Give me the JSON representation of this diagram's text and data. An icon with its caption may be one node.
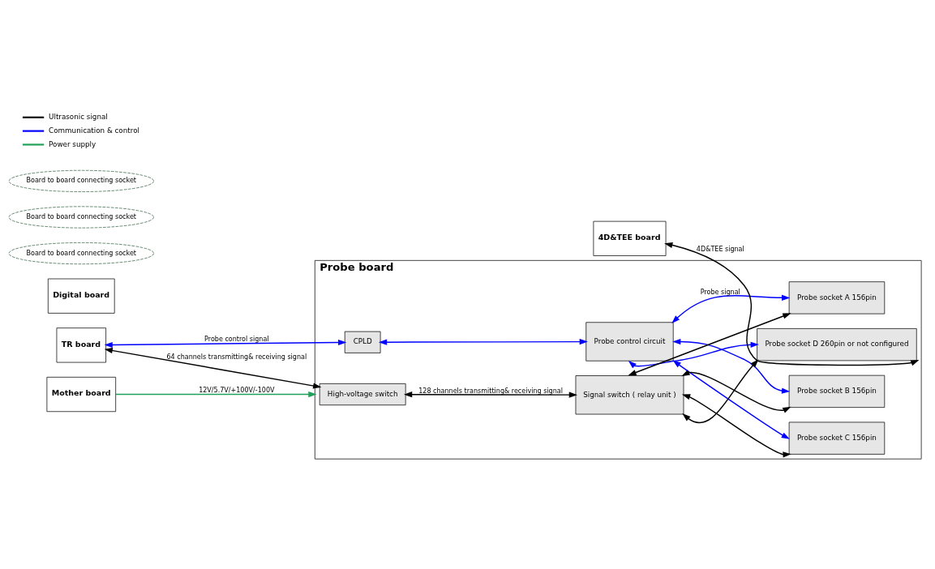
{
  "diagram": {
    "nodes": [
      {
        "text": [
          "Probe board"
        ]
      },
      {
        "text": [
          "TR board"
        ]
      },
      {
        "text": [
          "Mother board"
        ]
      },
      {
        "text": [
          "Digital board"
        ]
      },
      {
        "text": [
          "4D&TEE board"
        ]
      },
      {
        "text": [
          "Board to board connecting socket"
        ]
      },
      {
        "text": [
          "Board to board connecting socket"
        ]
      },
      {
        "text": [
          "Board to board connecting socket"
        ]
      },
      {
        "text": [
          "CPLD"
        ],
        "in": 0
      },
      {
        "text": [
          "Probe control circuit"
        ],
        "in": 0
      },
      {
        "text": [
          "Probe socket A 156pin"
        ],
        "in": 0
      },
      {
        "text": [
          "Probe socket B 156pin"
        ],
        "in": 0
      },
      {
        "text": [
          "Probe socket C 156pin"
        ],
        "in": 0
      },
      {
        "text": [
          "Probe socket D 260pin or not configured"
        ],
        "in": 0
      },
      {
        "text": [
          "High-voltage switch"
        ],
        "in": 0
      },
      {
        "text": [
          "Signal switch ( relay unit )"
        ],
        "in": 0
      }
    ],
    "edges": [
      {
        "from": 1,
        "to": 8,
        "arrow": "both",
        "label": "Probe control signal",
        "color": "#0000ff"
      },
      {
        "from": 8,
        "to": 9,
        "arrow": "both",
        "color": "#0000ff"
      },
      {
        "from": 9,
        "to": 10,
        "arrow": "both",
        "label": "Probe signal",
        "color": "#0000ff"
      },
      {
        "from": 9,
        "to": 11,
        "arrow": "both",
        "color": "#0000ff"
      },
      {
        "from": 9,
        "to": 12,
        "arrow": "both",
        "color": "#0000ff"
      },
      {
        "from": 9,
        "to": 13,
        "arrow": "both",
        "color": "#0000ff"
      },
      {
        "from": 15,
        "to": 10,
        "arrow": "both"
      },
      {
        "from": 15,
        "to": 11,
        "arrow": "both"
      },
      {
        "from": 15,
        "to": 12,
        "arrow": "both"
      },
      {
        "from": 15,
        "to": 13,
        "arrow": "both"
      },
      {
        "from": 2,
        "to": 0,
        "arrow": "to",
        "label": "12V/5.7V/+100V/-100V",
        "color": "#21a05a"
      },
      {
        "from": 1,
        "to": 14,
        "arrow": "both",
        "label": "64 channels transmitting& receiving signal"
      },
      {
        "from": 14,
        "to": 15,
        "arrow": "both",
        "label": "128 channels transmitting& receiving signal"
      },
      {
        "from": 4,
        "to": 13,
        "arrow": "both",
        "label": "4D&TEE signal"
      }
    ],
    "legend": [
      {
        "text": "Ultrasonic signal"
      },
      {
        "text": "Communication & control"
      },
      {
        "text": "Power supply"
      }
    ]
  }
}
